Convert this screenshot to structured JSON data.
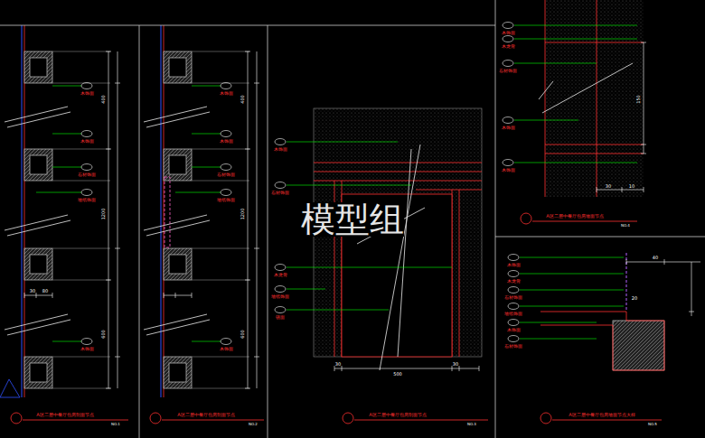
{
  "diagram": {
    "labels": [
      "模型组",
      "木饰面",
      "木饰面",
      "石材饰面",
      "墙纸饰面",
      "木饰面",
      "400",
      "1200",
      "600",
      "30",
      "80",
      "木饰面",
      "木饰面",
      "石材饰面",
      "墙纸饰面",
      "木饰面",
      "400",
      "1200",
      "600",
      "A区二层中餐厅包房剖面节点",
      "NO.1",
      "A区二层中餐厅包房剖面节点",
      "NO.2",
      "木饰面",
      "石材饰面",
      "木龙骨",
      "墙纸饰面",
      "镜面",
      "500",
      "30",
      "30",
      "A区二层中餐厅包房剖面节点",
      "NO.3",
      "木饰面",
      "木龙骨",
      "石材饰面",
      "木饰面",
      "木饰面",
      "150",
      "30",
      "10",
      "A区二层中餐厅包房墙面节点",
      "NO.4",
      "木饰面",
      "木龙骨",
      "石材饰面",
      "墙纸饰面",
      "木饰面",
      "石材饰面",
      "40",
      "20",
      "A区二层中餐厅包房墙面节点大样",
      "NO.5"
    ]
  }
}
